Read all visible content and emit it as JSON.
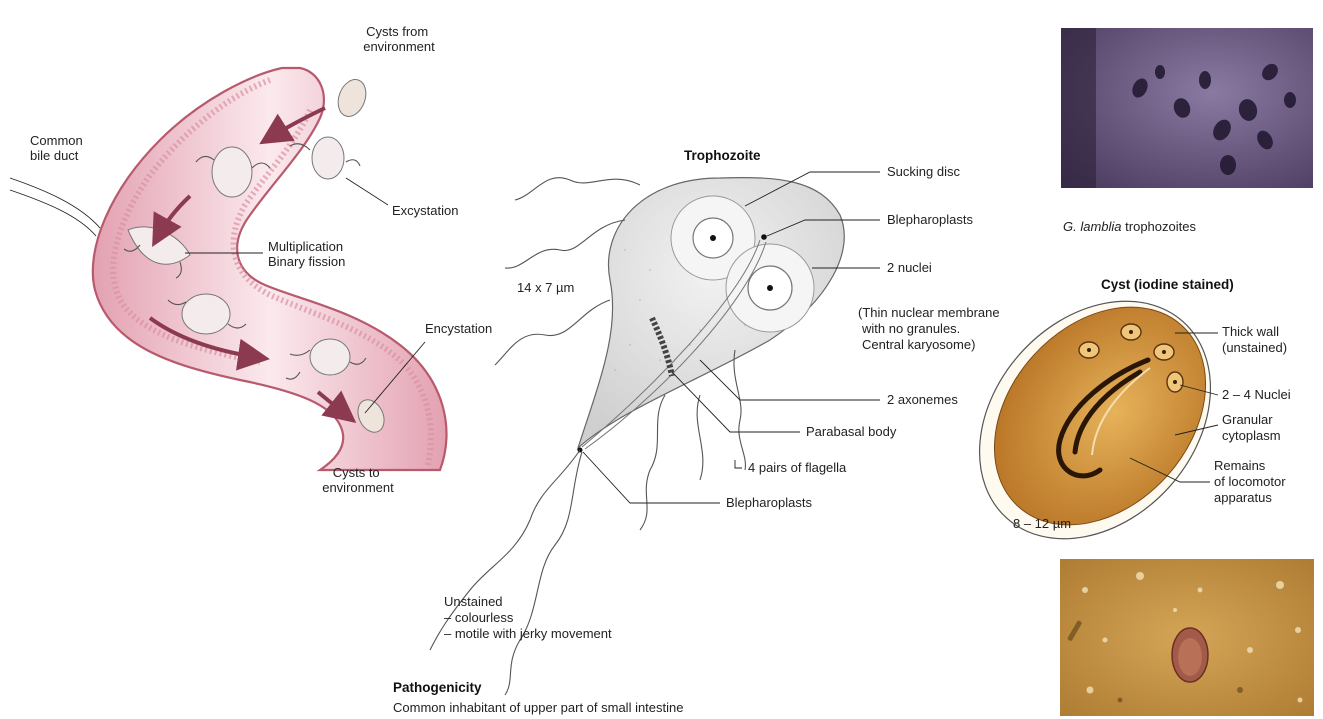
{
  "life_cycle": {
    "cysts_from": [
      "Cysts from",
      "environment"
    ],
    "common_bile_duct": [
      "Common",
      "bile duct"
    ],
    "excystation": "Excystation",
    "multiplication": [
      "Multiplication",
      "Binary fission"
    ],
    "encystation": "Encystation",
    "cysts_to": [
      "Cysts to",
      "environment"
    ]
  },
  "trophozoite": {
    "title": "Trophozoite",
    "size": "14 x 7 µm",
    "sucking_disc": "Sucking disc",
    "blepharoplasts_top": "Blepharoplasts",
    "nuclei": "2 nuclei",
    "nuclear_note": [
      "(Thin nuclear membrane",
      "with no granules.",
      "Central karyosome)"
    ],
    "axonemes": "2 axonemes",
    "parabasal": "Parabasal body",
    "flagella": "4 pairs of flagella",
    "blepharoplasts_bottom": "Blepharoplasts",
    "unstained": [
      "Unstained",
      "– colourless",
      "– motile with jerky movement"
    ]
  },
  "pathogenicity": {
    "title": "Pathogenicity",
    "text": "Common inhabitant of upper part of small intestine"
  },
  "micrograph_top": {
    "caption_species": "G. lamblia",
    "caption_rest": " trophozoites"
  },
  "cyst": {
    "title": "Cyst (iodine stained)",
    "thick_wall": [
      "Thick wall",
      "(unstained)"
    ],
    "nuclei": "2 – 4 Nuclei",
    "cytoplasm": [
      "Granular",
      "cytoplasm"
    ],
    "remains": [
      "Remains",
      "of locomotor",
      "apparatus"
    ],
    "size": "8 – 12 µm"
  },
  "colors": {
    "intestine_wall": "#c9727f",
    "intestine_lumen": "#f7dbe3",
    "arrow": "#8c3a50",
    "cyst_stain": "#c8842e",
    "micrograph_top_bg": "#4a3a5e",
    "micrograph_bottom_bg": "#b98a3c"
  }
}
